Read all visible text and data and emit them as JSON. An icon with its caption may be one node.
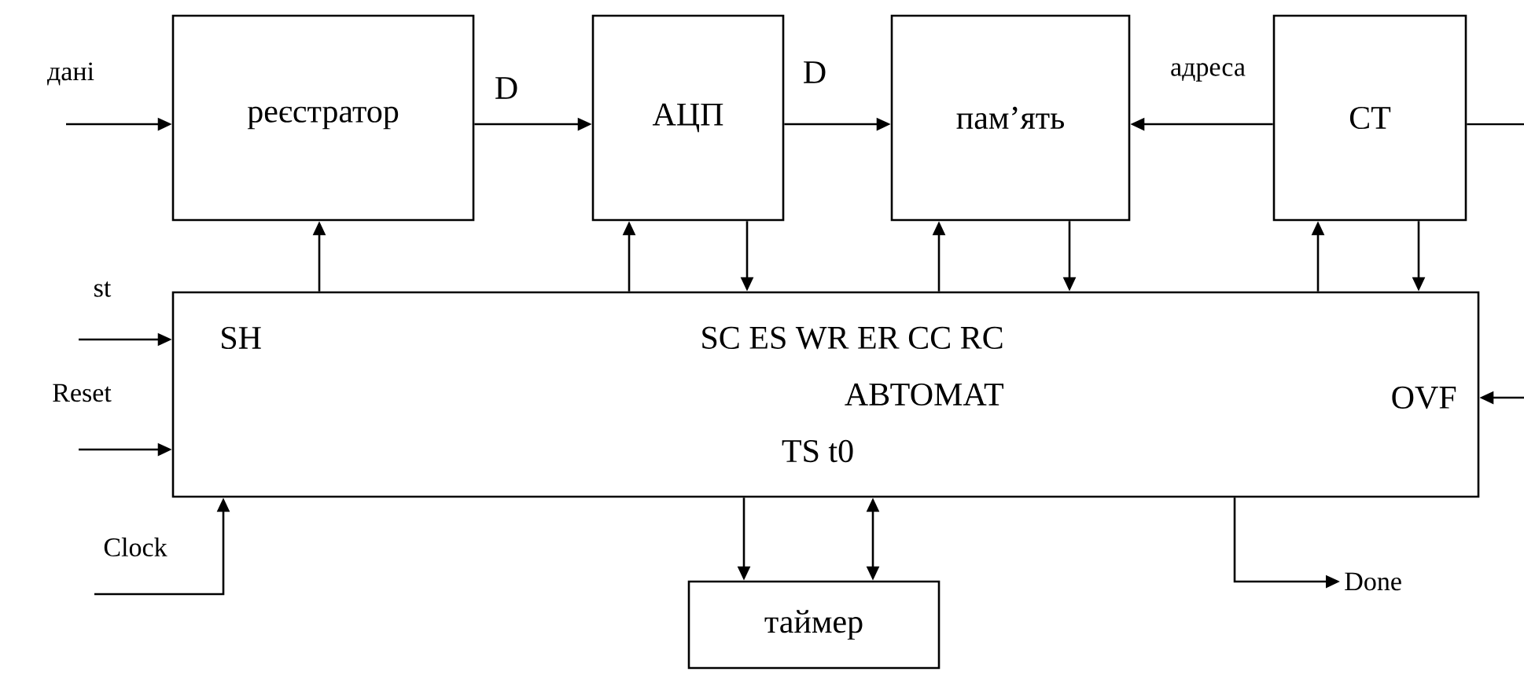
{
  "diagram": {
    "nodes": [
      {
        "text": [
          "реєстратор"
        ]
      },
      {
        "text": [
          "АЦП"
        ]
      },
      {
        "text": [
          "пам’ять"
        ]
      },
      {
        "text": [
          "CT"
        ]
      },
      {
        "text": [
          "SH",
          "SC ES  WR ER CC RC",
          "АВТОМАТ",
          "TS t0",
          "OVF"
        ]
      },
      {
        "text": [
          "таймер"
        ]
      },
      {
        "text": [
          "Done"
        ]
      }
    ],
    "edges": [
      {
        "from": null,
        "to": 0,
        "arrow": "to",
        "label": "дані"
      },
      {
        "from": 0,
        "to": 1,
        "arrow": "to",
        "label": "D"
      },
      {
        "from": 1,
        "to": 2,
        "arrow": "to",
        "label": "D"
      },
      {
        "from": 3,
        "to": 2,
        "arrow": "to",
        "label": "адреса"
      },
      {
        "from": 3,
        "to": null,
        "arrow": "none"
      },
      {
        "from": 4,
        "to": 0,
        "arrow": "to"
      },
      {
        "from": 4,
        "to": 1,
        "arrow": "to"
      },
      {
        "from": 1,
        "to": 4,
        "arrow": "to"
      },
      {
        "from": 4,
        "to": 2,
        "arrow": "to"
      },
      {
        "from": 2,
        "to": 4,
        "arrow": "to"
      },
      {
        "from": 4,
        "to": 3,
        "arrow": "to"
      },
      {
        "from": 3,
        "to": 4,
        "arrow": "to"
      },
      {
        "from": null,
        "to": 4,
        "arrow": "to",
        "label": "st"
      },
      {
        "from": null,
        "to": 4,
        "arrow": "to",
        "label": "Reset"
      },
      {
        "from": null,
        "to": 4,
        "arrow": "to",
        "label": "Clock"
      },
      {
        "from": null,
        "to": 4,
        "arrow": "to"
      },
      {
        "from": 4,
        "to": 5,
        "arrow": "to"
      },
      {
        "from": 4,
        "to": 5,
        "arrow": "both"
      },
      {
        "from": 4,
        "to": 6,
        "arrow": "to"
      }
    ]
  }
}
